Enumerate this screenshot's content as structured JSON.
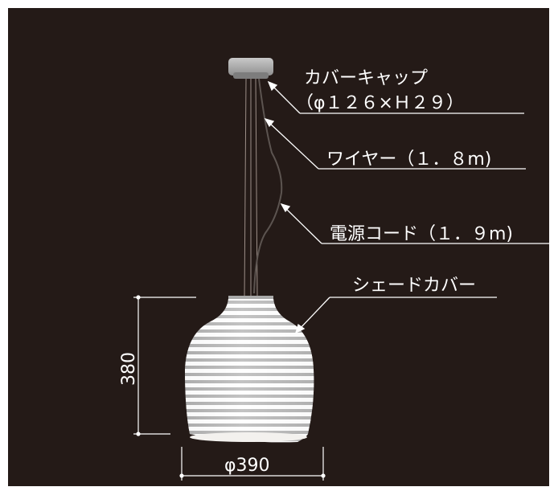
{
  "labels": {
    "cover_cap": "カバーキャップ",
    "cover_cap_size": "（φ１２６×Ｈ２９）",
    "wire": "ワイヤー（１．８m)",
    "power_cord": "電源コード（１．９m)",
    "shade_cover": "シェードカバー"
  },
  "dimensions": {
    "height": "380",
    "diameter": "φ390"
  }
}
